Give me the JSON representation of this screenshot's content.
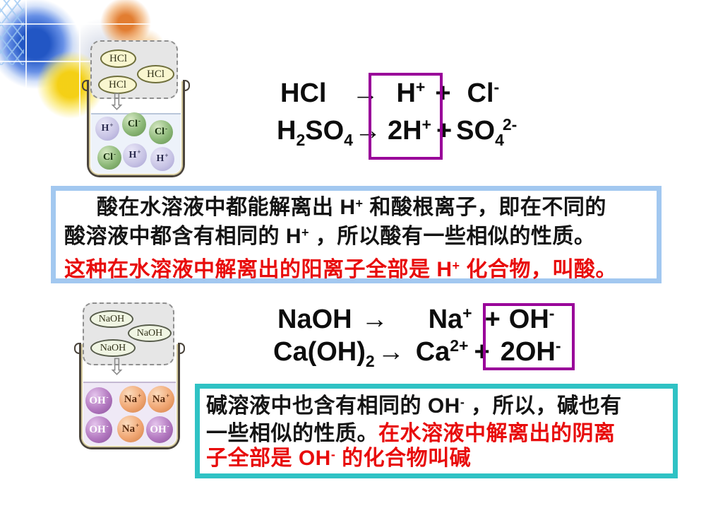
{
  "slide": {
    "type": "chemistry-presentation-slide",
    "background": "#ffffff"
  },
  "colors": {
    "highlight_box": "#990099",
    "emphasis_red": "#e80c0c",
    "body_black": "#141414",
    "acid_note_border": "#a2c8f0",
    "base_note_border": "#2fc2c4",
    "hydrogen_ion": "#c6c2e4",
    "chloride_ion": "#8cb878",
    "hydroxide_ion": "#b379c0",
    "sodium_ion": "#f0a774"
  },
  "acid_section": {
    "diagram": {
      "arrow_icon": "⇩",
      "molecules": [
        "HCl",
        "HCl",
        "HCl"
      ],
      "ions": [
        {
          "base": "H",
          "charge": "+"
        },
        {
          "base": "Cl",
          "charge": "-"
        },
        {
          "base": "Cl",
          "charge": "-"
        },
        {
          "base": "Cl",
          "charge": "-"
        },
        {
          "base": "H",
          "charge": "+"
        },
        {
          "base": "H",
          "charge": "+"
        }
      ]
    },
    "equations": [
      {
        "reactant": "HCl",
        "arrow": "→",
        "product1": "H",
        "product1_sup": "+",
        "plus": "+",
        "product2": "Cl",
        "product2_sup": "-"
      },
      {
        "reactant1": "H",
        "reactant1_sub": "2",
        "reactant2": "SO",
        "reactant2_sub": "4",
        "arrow": "→",
        "product1": "2H",
        "product1_sup": "+",
        "plus": "+",
        "product2": "SO",
        "product2_sub": "4",
        "product2_sup": "2-"
      }
    ],
    "note": {
      "line1": "酸在水溶液中都能解离出 H",
      "line1_sup": "+",
      "line1_end": " 和酸根离子，即在不同的",
      "line2": "酸溶液中都含有相同的 H",
      "line2_sup": "+",
      "line2_end": " ，所以酸有一些相似的性质。",
      "line3": "这种在水溶液中解离出的阳离子全部是 H",
      "line3_sup": "+",
      "line3_end": " 化合物，叫酸。"
    }
  },
  "base_section": {
    "diagram": {
      "arrow_icon": "⇩",
      "molecules": [
        "NaOH",
        "NaOH",
        "NaOH"
      ],
      "ions": [
        {
          "base": "OH",
          "charge": "-"
        },
        {
          "base": "Na",
          "charge": "+"
        },
        {
          "base": "Na",
          "charge": "+"
        },
        {
          "base": "OH",
          "charge": "-"
        },
        {
          "base": "Na",
          "charge": "+"
        },
        {
          "base": "OH",
          "charge": "-"
        }
      ]
    },
    "equations": [
      {
        "reactant": "NaOH",
        "arrow": "→",
        "product1": "Na",
        "product1_sup": "+",
        "plus": "+",
        "product2": "OH",
        "product2_sup": "-"
      },
      {
        "reactant1": "Ca(OH)",
        "reactant1_sub": "2",
        "arrow": "→",
        "product1": "Ca",
        "product1_sup": "2+",
        "plus": "+",
        "product2": "2OH",
        "product2_sup": "-"
      }
    ],
    "note": {
      "line1": "碱溶液中也含有相同的 OH",
      "line1_sup": "-",
      "line1_end": " ，所以，碱也有",
      "line2_black": "一些相似的性质。",
      "line2_red": "在水溶液中解离出的阴离",
      "line3": "子全部是 OH",
      "line3_sup": "-",
      "line3_end": " 的化合物叫碱"
    }
  }
}
